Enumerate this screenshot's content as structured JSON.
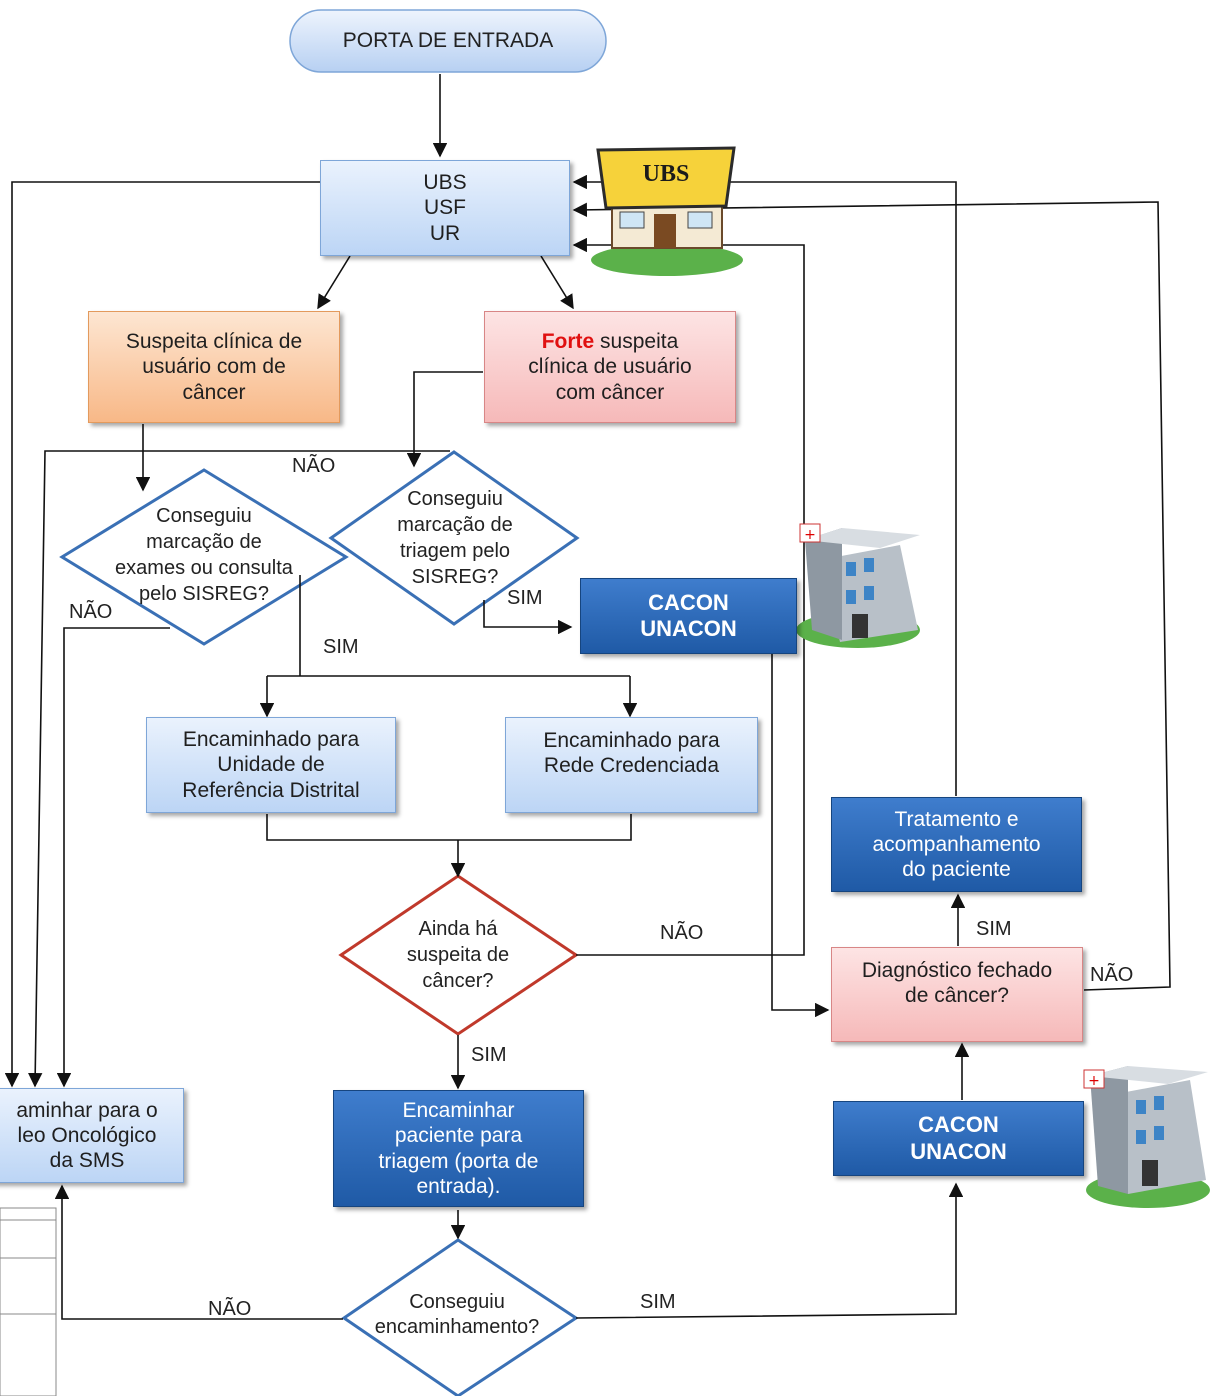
{
  "start": {
    "label": "PORTA DE ENTRADA"
  },
  "ubs_box": {
    "label": "UBS\nUSF\nUR"
  },
  "ubs_icon": {
    "sign": "UBS"
  },
  "suspeita": {
    "label": "Suspeita clínica de\nusuário com de\ncâncer"
  },
  "forte": {
    "strong": "Forte",
    "rest": " suspeita\nclínica de usuário\ncom câncer"
  },
  "decision_exames": {
    "label": "Conseguiu\nmarcação de\nexames ou consulta\npelo SISREG?"
  },
  "decision_triagem": {
    "label": "Conseguiu\nmarcação de\ntriagem pelo\nSISREG?"
  },
  "cacon_top": {
    "label": "CACON\nUNACON"
  },
  "ref_distrital": {
    "label": "Encaminhado para\nUnidade de\nReferência Distrital"
  },
  "rede_credenciada": {
    "label": "Encaminhado para\nRede Credenciada"
  },
  "tratamento": {
    "label": "Tratamento e\nacompanhamento\ndo paciente"
  },
  "decision_ainda": {
    "label": "Ainda há\nsuspeita de\ncâncer?"
  },
  "diagnostico": {
    "label": "Diagnóstico fechado\nde câncer?"
  },
  "nucleo": {
    "label": "aminhar para o\nleo Oncológico\nda SMS"
  },
  "encaminhar": {
    "label": "Encaminhar\npaciente para\ntriagem (porta de\nentrada)."
  },
  "cacon_bottom": {
    "label": "CACON\nUNACON"
  },
  "decision_encaminhamento": {
    "label": "Conseguiu\nencaminhamento?"
  },
  "edge_labels": {
    "nao_top": "NÃO",
    "nao_left": "NÃO",
    "sim_triagem": "SIM",
    "sim_exames": "SIM",
    "nao_ainda": "NÃO",
    "sim_diag": "SIM",
    "nao_diag": "NÃO",
    "sim_ainda": "SIM",
    "nao_enc": "NÃO",
    "sim_enc": "SIM"
  },
  "icons": [
    "house-icon",
    "hospital-icon"
  ],
  "colors": {
    "light_blue": "#bcd5f5",
    "dark_blue": "#1f5aa6",
    "orange": "#f8b887",
    "pink": "#f6b9b9",
    "diamond_blue": "#3a70b5",
    "diamond_red": "#c0392b",
    "strong_red": "#e01010"
  }
}
